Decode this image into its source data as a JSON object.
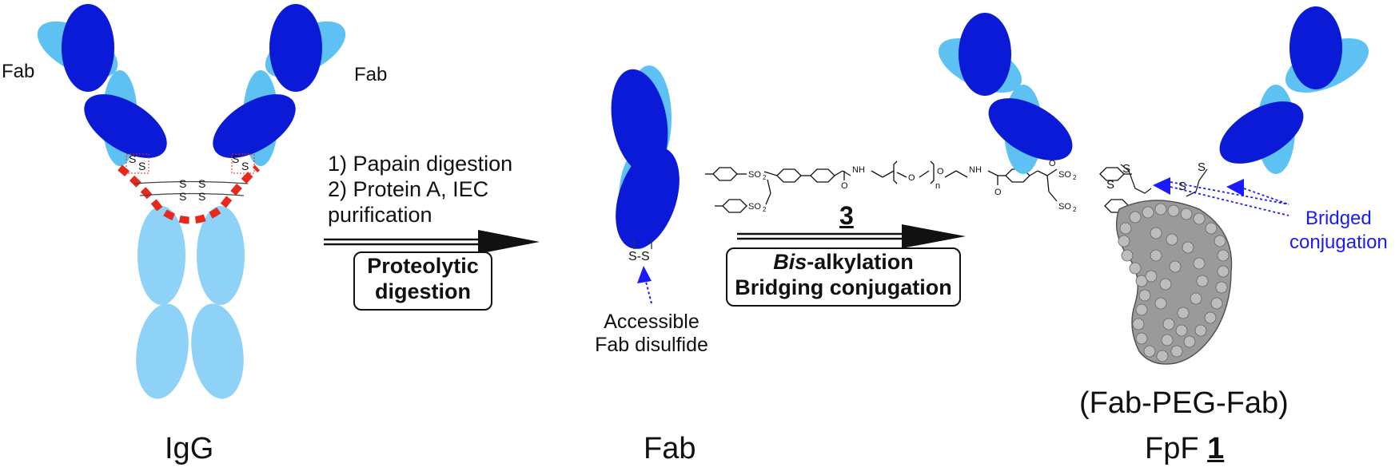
{
  "colors": {
    "heavy": "#0a1ad6",
    "light": "#5ec1f3",
    "faint": "#8ed2f8",
    "hinge": "#e8281b",
    "arrow": "#1a1aff",
    "peg": "#8a8a8a"
  },
  "igg": {
    "label": "IgG",
    "fab_left": "Fab",
    "fab_right": "Fab",
    "hinge_s": [
      "S",
      "S",
      "S",
      "S",
      "S",
      "S",
      "S",
      "S"
    ]
  },
  "step1": {
    "lines": [
      "1) Papain digestion",
      "2) Protein A, IEC",
      "purification"
    ],
    "box_lines": [
      "Proteolytic",
      "digestion"
    ]
  },
  "fab": {
    "label": "Fab",
    "disulfide": "S-S",
    "note_lines": [
      "Accessible",
      "Fab disulfide"
    ]
  },
  "step2": {
    "reagent_number": "3",
    "box_line1_italic": "Bis",
    "box_line1_rest": "-alkylation",
    "box_line2": "Bridging conjugation",
    "structure_text": {
      "so2": "SO",
      "sub2": "2",
      "nh": "NH",
      "o": "O",
      "n": "n"
    }
  },
  "fpf": {
    "composition": "(Fab-PEG-Fab)",
    "name": "FpF",
    "number": "1",
    "s_atoms": [
      "S",
      "S",
      "S",
      "S"
    ],
    "callout_lines": [
      "Bridged",
      "conjugation"
    ]
  }
}
